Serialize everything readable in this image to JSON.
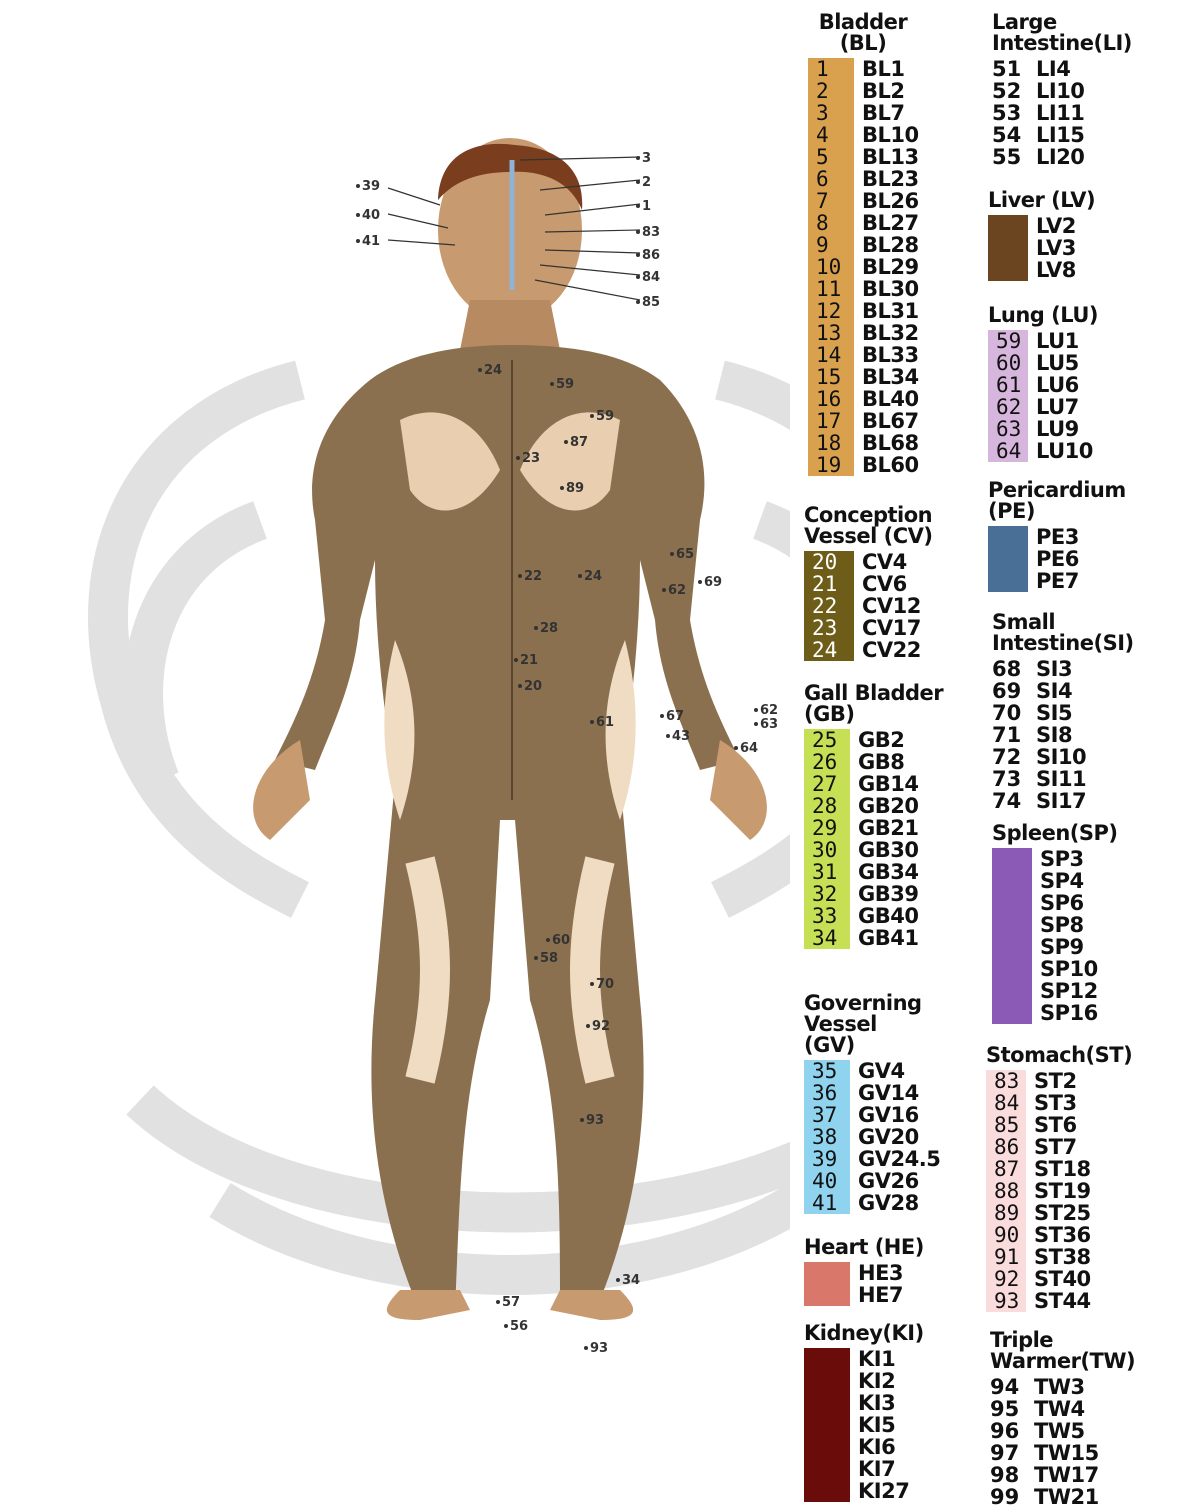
{
  "figure": {
    "point_labels": [
      {
        "label": "3"
      },
      {
        "label": "2"
      },
      {
        "label": "1"
      },
      {
        "label": "39"
      },
      {
        "label": "40"
      },
      {
        "label": "41"
      },
      {
        "label": "83"
      },
      {
        "label": "86"
      },
      {
        "label": "84"
      },
      {
        "label": "85"
      },
      {
        "label": "24"
      },
      {
        "label": "59"
      },
      {
        "label": "59"
      },
      {
        "label": "87"
      },
      {
        "label": "23"
      },
      {
        "label": "89"
      },
      {
        "label": "65"
      },
      {
        "label": "69"
      },
      {
        "label": "62"
      },
      {
        "label": "22"
      },
      {
        "label": "24"
      },
      {
        "label": "28"
      },
      {
        "label": "21"
      },
      {
        "label": "20"
      },
      {
        "label": "61"
      },
      {
        "label": "67"
      },
      {
        "label": "43"
      },
      {
        "label": "62"
      },
      {
        "label": "63"
      },
      {
        "label": "64"
      },
      {
        "label": "60"
      },
      {
        "label": "58"
      },
      {
        "label": "70"
      },
      {
        "label": "92"
      },
      {
        "label": "93"
      },
      {
        "label": "57"
      },
      {
        "label": "56"
      },
      {
        "label": "34"
      },
      {
        "label": "93"
      }
    ]
  },
  "legend": {
    "groups": [
      {
        "title": [
          "Bladder",
          "(BL)"
        ],
        "center": true,
        "color": "#d9a14e",
        "rows": [
          {
            "n": "1",
            "code": "BL1"
          },
          {
            "n": "2",
            "code": "BL2"
          },
          {
            "n": "3",
            "code": "BL7"
          },
          {
            "n": "4",
            "code": "BL10"
          },
          {
            "n": "5",
            "code": "BL13"
          },
          {
            "n": "6",
            "code": "BL23"
          },
          {
            "n": "7",
            "code": "BL26"
          },
          {
            "n": "8",
            "code": "BL27"
          },
          {
            "n": "9",
            "code": "BL28"
          },
          {
            "n": "10",
            "code": "BL29"
          },
          {
            "n": "11",
            "code": "BL30"
          },
          {
            "n": "12",
            "code": "BL31"
          },
          {
            "n": "13",
            "code": "BL32"
          },
          {
            "n": "14",
            "code": "BL33"
          },
          {
            "n": "15",
            "code": "BL34"
          },
          {
            "n": "16",
            "code": "BL40"
          },
          {
            "n": "17",
            "code": "BL67"
          },
          {
            "n": "18",
            "code": "BL68"
          },
          {
            "n": "19",
            "code": "BL60"
          }
        ]
      },
      {
        "title": [
          "Conception",
          "Vessel (CV)"
        ],
        "color": "#6e5d18",
        "light": true,
        "rows": [
          {
            "n": "20",
            "code": "CV4"
          },
          {
            "n": "21",
            "code": "CV6"
          },
          {
            "n": "22",
            "code": "CV12"
          },
          {
            "n": "23",
            "code": "CV17"
          },
          {
            "n": "24",
            "code": "CV22"
          }
        ]
      },
      {
        "title": [
          "Gall Bladder",
          "(GB)"
        ],
        "color": "#c6e055",
        "rows": [
          {
            "n": "25",
            "code": "GB2"
          },
          {
            "n": "26",
            "code": "GB8"
          },
          {
            "n": "27",
            "code": "GB14"
          },
          {
            "n": "28",
            "code": "GB20"
          },
          {
            "n": "29",
            "code": "GB21"
          },
          {
            "n": "30",
            "code": "GB30"
          },
          {
            "n": "31",
            "code": "GB34"
          },
          {
            "n": "32",
            "code": "GB39"
          },
          {
            "n": "33",
            "code": "GB40"
          },
          {
            "n": "34",
            "code": "GB41"
          }
        ]
      },
      {
        "title": [
          "Governing",
          "Vessel",
          "(GV)"
        ],
        "color": "#8fd3ee",
        "rows": [
          {
            "n": "35",
            "code": "GV4"
          },
          {
            "n": "36",
            "code": "GV14"
          },
          {
            "n": "37",
            "code": "GV16"
          },
          {
            "n": "38",
            "code": "GV20"
          },
          {
            "n": "39",
            "code": "GV24.5"
          },
          {
            "n": "40",
            "code": "GV26"
          },
          {
            "n": "41",
            "code": "GV28"
          }
        ]
      },
      {
        "title": [
          "Heart (HE)"
        ],
        "color": "#d9776a",
        "rows": [
          {
            "n": "",
            "code": "HE3"
          },
          {
            "n": "",
            "code": "HE7"
          }
        ]
      },
      {
        "title": [
          "Kidney(KI)"
        ],
        "color": "#6a0d0a",
        "rows": [
          {
            "n": "",
            "code": "KI1"
          },
          {
            "n": "",
            "code": "KI2"
          },
          {
            "n": "",
            "code": "KI3"
          },
          {
            "n": "",
            "code": "KI5"
          },
          {
            "n": "",
            "code": "KI6"
          },
          {
            "n": "",
            "code": "KI7"
          },
          {
            "n": "",
            "code": "KI27"
          }
        ]
      },
      {
        "title": [
          "Large",
          "Intestine(LI)"
        ],
        "rows": [
          {
            "n": "51",
            "code": "LI4"
          },
          {
            "n": "52",
            "code": "LI10"
          },
          {
            "n": "53",
            "code": "LI11"
          },
          {
            "n": "54",
            "code": "LI15"
          },
          {
            "n": "55",
            "code": "LI20"
          }
        ]
      },
      {
        "title": [
          "Liver (LV)"
        ],
        "color": "#6b4520",
        "rows": [
          {
            "n": "",
            "code": "LV2"
          },
          {
            "n": "",
            "code": "LV3"
          },
          {
            "n": "",
            "code": "LV8"
          }
        ]
      },
      {
        "title": [
          "Lung (LU)"
        ],
        "color": "#d6b6dc",
        "rows": [
          {
            "n": "59",
            "code": "LU1"
          },
          {
            "n": "60",
            "code": "LU5"
          },
          {
            "n": "61",
            "code": "LU6"
          },
          {
            "n": "62",
            "code": "LU7"
          },
          {
            "n": "63",
            "code": "LU9"
          },
          {
            "n": "64",
            "code": "LU10"
          }
        ]
      },
      {
        "title": [
          "Pericardium",
          "(PE)"
        ],
        "color": "#4a6f96",
        "rows": [
          {
            "n": "",
            "code": "PE3"
          },
          {
            "n": "",
            "code": "PE6"
          },
          {
            "n": "",
            "code": "PE7"
          }
        ]
      },
      {
        "title": [
          "Small",
          "Intestine(SI)"
        ],
        "rows": [
          {
            "n": "68",
            "code": "SI3"
          },
          {
            "n": "69",
            "code": "SI4"
          },
          {
            "n": "70",
            "code": "SI5"
          },
          {
            "n": "71",
            "code": "SI8"
          },
          {
            "n": "72",
            "code": "SI10"
          },
          {
            "n": "73",
            "code": "SI11"
          },
          {
            "n": "74",
            "code": "SI17"
          }
        ]
      },
      {
        "title": [
          "Spleen(SP)"
        ],
        "color": "#8a5ab6",
        "rows": [
          {
            "n": "",
            "code": "SP3"
          },
          {
            "n": "",
            "code": "SP4"
          },
          {
            "n": "",
            "code": "SP6"
          },
          {
            "n": "",
            "code": "SP8"
          },
          {
            "n": "",
            "code": "SP9"
          },
          {
            "n": "",
            "code": "SP10"
          },
          {
            "n": "",
            "code": "SP12"
          },
          {
            "n": "",
            "code": "SP16"
          }
        ]
      },
      {
        "title": [
          "Stomach(ST)"
        ],
        "color": "#fadcdc",
        "rows": [
          {
            "n": "83",
            "code": "ST2"
          },
          {
            "n": "84",
            "code": "ST3"
          },
          {
            "n": "85",
            "code": "ST6"
          },
          {
            "n": "86",
            "code": "ST7"
          },
          {
            "n": "87",
            "code": "ST18"
          },
          {
            "n": "88",
            "code": "ST19"
          },
          {
            "n": "89",
            "code": "ST25"
          },
          {
            "n": "90",
            "code": "ST36"
          },
          {
            "n": "91",
            "code": "ST38"
          },
          {
            "n": "92",
            "code": "ST40"
          },
          {
            "n": "93",
            "code": "ST44"
          }
        ]
      },
      {
        "title": [
          "Triple",
          "Warmer(TW)"
        ],
        "rows": [
          {
            "n": "94",
            "code": "TW3"
          },
          {
            "n": "95",
            "code": "TW4"
          },
          {
            "n": "96",
            "code": "TW5"
          },
          {
            "n": "97",
            "code": "TW15"
          },
          {
            "n": "98",
            "code": "TW17"
          },
          {
            "n": "99",
            "code": "TW21"
          }
        ]
      }
    ]
  }
}
